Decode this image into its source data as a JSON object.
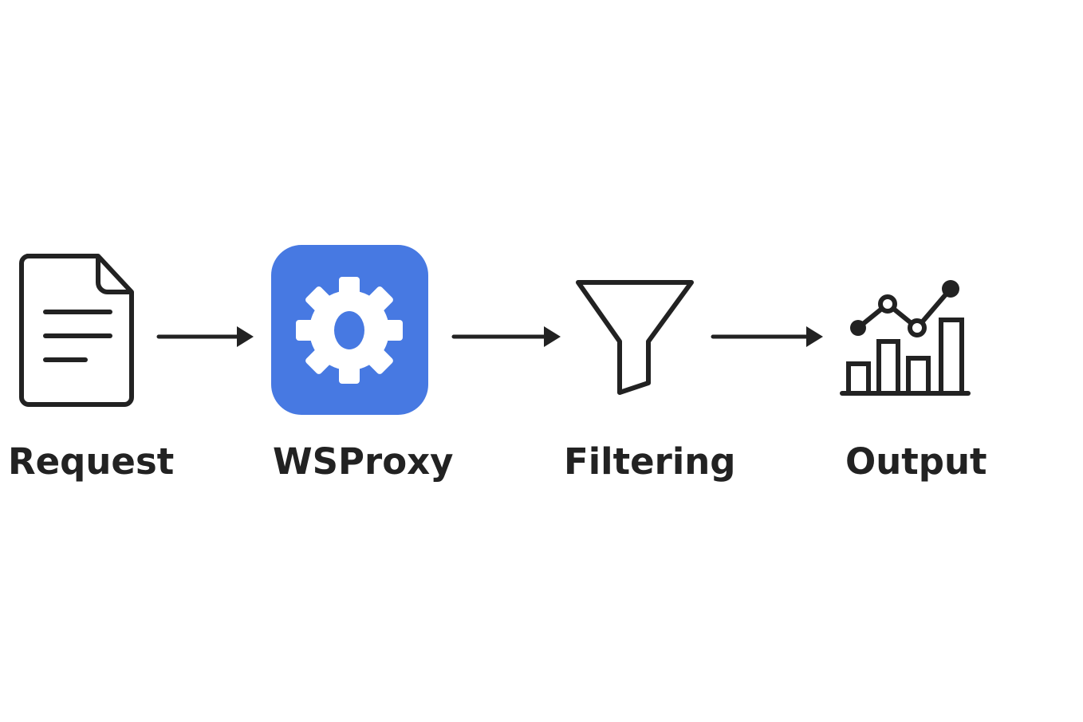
{
  "nodes": [
    {
      "label": "Request",
      "icon": "document-icon"
    },
    {
      "label": "WSProxy",
      "icon": "gear-icon"
    },
    {
      "label": "Filtering",
      "icon": "funnel-icon"
    },
    {
      "label": "Output",
      "icon": "chart-icon"
    }
  ],
  "colors": {
    "stroke": "#222222",
    "accent": "#4779e2",
    "gear": "#ffffff"
  }
}
